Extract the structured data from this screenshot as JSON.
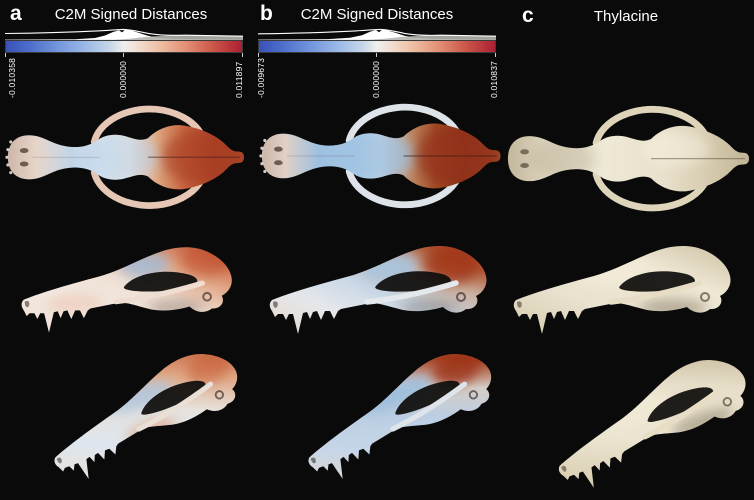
{
  "figure": {
    "background_color": "#0a0a0a",
    "content": "Three-panel comparison of skull 3D renders in dorsal, lateral and oblique views",
    "panels": [
      {
        "letter": "a",
        "title": "C2M Signed Distances",
        "views": [
          "dorsal",
          "lateral",
          "oblique"
        ],
        "colorbar": {
          "min": "-0.010358",
          "zero": "0.000000",
          "max": "0.011897",
          "colormap": "cool-warm blue-white-red",
          "left_color": "#3a51b8",
          "mid_color": "#efefed",
          "right_color": "#ac1f34",
          "histogram_color": "#ffffff",
          "histogram_secondary_color": "#b5b3ae"
        }
      },
      {
        "letter": "b",
        "title": "C2M Signed Distances",
        "views": [
          "dorsal",
          "lateral",
          "oblique"
        ],
        "colorbar": {
          "min": "-0.009673",
          "zero": "0.000000",
          "max": "0.010837",
          "colormap": "cool-warm blue-white-red",
          "left_color": "#3a51b8",
          "mid_color": "#efefed",
          "right_color": "#ac1f34",
          "histogram_color": "#ffffff",
          "histogram_secondary_color": "#b5b3ae"
        }
      },
      {
        "letter": "c",
        "title": "Thylacine",
        "views": [
          "dorsal",
          "lateral",
          "oblique"
        ],
        "model_color": "#e9e1cc"
      }
    ]
  }
}
